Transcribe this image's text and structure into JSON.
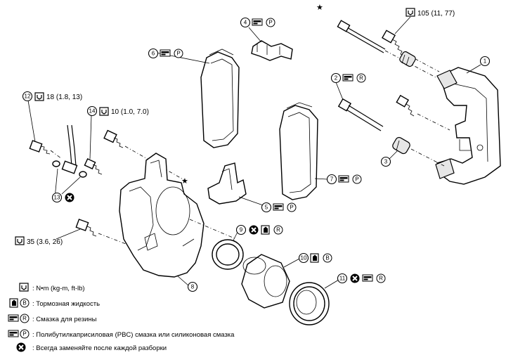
{
  "callouts": {
    "c1": {
      "num": "1"
    },
    "c2": {
      "num": "2"
    },
    "c3": {
      "num": "3"
    },
    "c4": {
      "num": "4"
    },
    "c5": {
      "num": "5"
    },
    "c6": {
      "num": "6"
    },
    "c7": {
      "num": "7"
    },
    "c8": {
      "num": "8"
    },
    "c9": {
      "num": "9"
    },
    "c10": {
      "num": "10"
    },
    "c11": {
      "num": "11"
    },
    "c12": {
      "num": "12"
    },
    "c13": {
      "num": "13"
    },
    "c14": {
      "num": "14"
    }
  },
  "torques": {
    "t105": "105 (11, 77)",
    "t18": "18 (1.8, 13)",
    "t10": "10 (1.0, 7.0)",
    "t35": "35 (3.6, 26)"
  },
  "legend": {
    "torque_units": ": N•m (kg-m, ft-lb)",
    "brake_fluid": ": Тормозная жидкость",
    "rubber_grease": ": Смазка для резины",
    "pbc_grease": ": Полибутилкаприсиловая (PBC) смазка или силиконовая смазка",
    "replace": ": Всегда заменяйте после каждой разборки"
  },
  "symbols": {
    "star": "★",
    "letter_p": "P",
    "letter_r": "R",
    "letter_b": "B"
  }
}
